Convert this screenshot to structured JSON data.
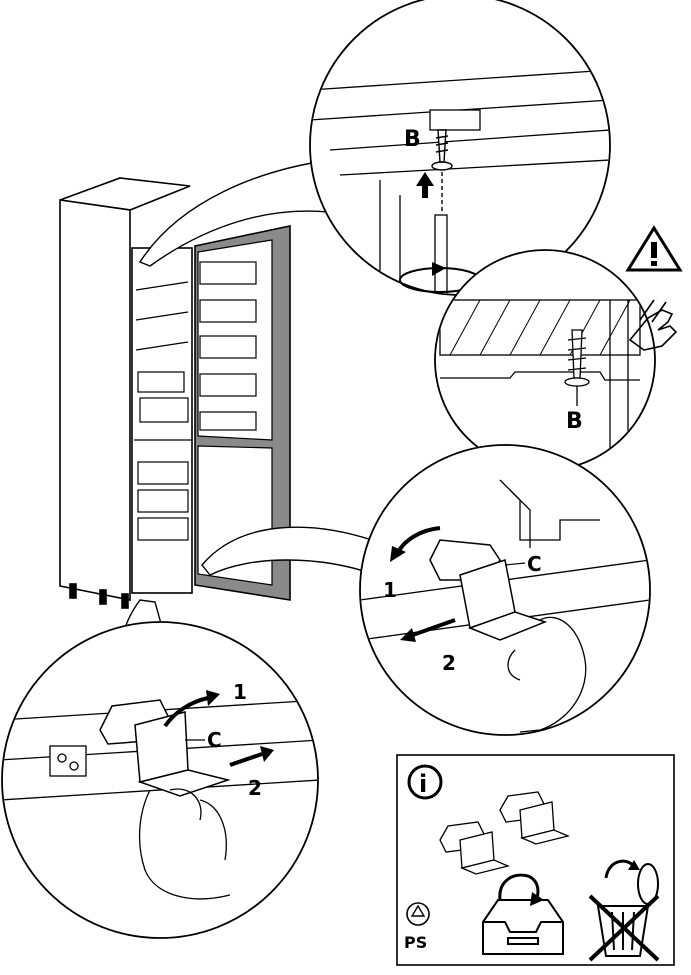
{
  "labels": {
    "screw_top": "B",
    "screw_detail": "B",
    "clip_right": "C",
    "clip_left": "C",
    "step_right_1": "1",
    "step_right_2": "2",
    "step_left_1": "1",
    "step_left_2": "2"
  },
  "info_box": {
    "info_symbol": "i",
    "material_code": "PS"
  },
  "icons": {
    "warning": "warning-triangle-icon",
    "hand": "hand-caution-icon",
    "info": "info-icon",
    "recycle": "recycle-icon",
    "tray": "storage-tray-icon",
    "bin": "crossed-out-bin-icon"
  },
  "colors": {
    "line": "#000000",
    "door_panel": "#8a8a8a",
    "background": "#ffffff"
  }
}
